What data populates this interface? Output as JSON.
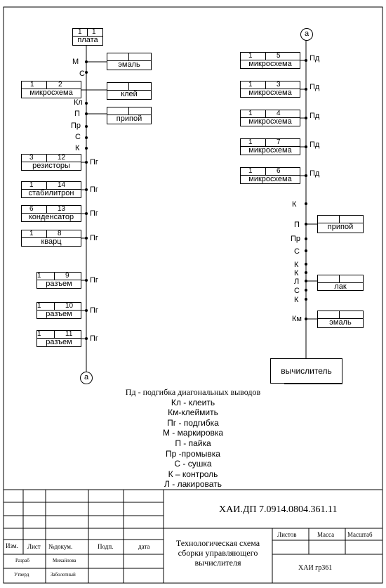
{
  "left_column": {
    "start": {
      "n1": "1",
      "n2": "1",
      "name": "плата"
    },
    "ops_top": [
      "М",
      "С",
      "Кл",
      "П",
      "Пр",
      "С",
      "К"
    ],
    "side_materials": [
      "эмаль",
      "клей",
      "припой"
    ],
    "microchip": {
      "n1": "1",
      "n2": "2",
      "name": "микросхема"
    },
    "components": [
      {
        "n1": "3",
        "n2": "12",
        "name": "резисторы",
        "op": "Пг"
      },
      {
        "n1": "1",
        "n2": "14",
        "name": "стабилитрон",
        "op": "Пг"
      },
      {
        "n1": "6",
        "n2": "13",
        "name": "конденсатор",
        "op": "Пг"
      },
      {
        "n1": "1",
        "n2": "8",
        "name": "кварц",
        "op": "Пг"
      },
      {
        "n1": "1",
        "n2": "9",
        "name": "разъем",
        "op": "Пг"
      },
      {
        "n1": "1",
        "n2": "10",
        "name": "разъем",
        "op": "Пг"
      },
      {
        "n1": "1",
        "n2": "11",
        "name": "разъем",
        "op": "Пг"
      }
    ],
    "connector": "а"
  },
  "right_column": {
    "connector": "а",
    "chips": [
      {
        "n1": "1",
        "n2": "5",
        "name": "микросхема",
        "op": "Пд"
      },
      {
        "n1": "1",
        "n2": "3",
        "name": "микросхема",
        "op": "Пд"
      },
      {
        "n1": "1",
        "n2": "4",
        "name": "микросхема",
        "op": "Пд"
      },
      {
        "n1": "1",
        "n2": "7",
        "name": "микросхема",
        "op": "Пд"
      },
      {
        "n1": "1",
        "n2": "6",
        "name": "микросхема",
        "op": "Пд"
      }
    ],
    "ops": [
      "К",
      "П",
      "Пр",
      "С",
      "К",
      "К",
      "Л",
      "С",
      "К",
      "Км"
    ],
    "side_materials": [
      "припой",
      "лак",
      "эмаль"
    ],
    "final": "вычислитель"
  },
  "legend": [
    "Пд - подгибка диагональных выводов",
    "Кл - клеить",
    "Км-клеймить",
    "Пг - подгибка",
    "М - маркировка",
    "П - пайка",
    "Пр -промывка",
    "С - сушка",
    "К – контроль",
    "Л - лакировать"
  ],
  "title_block": {
    "doc_code": "ХАИ.ДП 7.0914.0804.361.11",
    "title": [
      "Технологическая схема",
      "сборки управляющего",
      "вычислителя"
    ],
    "col_labels": [
      "Изм.",
      "Лист",
      "№докум.",
      "Подп.",
      "дата"
    ],
    "sheet_labels": [
      "Листов",
      "Масса",
      "Масштаб"
    ],
    "roles": [
      "Разраб",
      "Утверд"
    ],
    "names": [
      "Михайлова",
      "Заболотный"
    ],
    "org": "ХАИ гр361"
  }
}
